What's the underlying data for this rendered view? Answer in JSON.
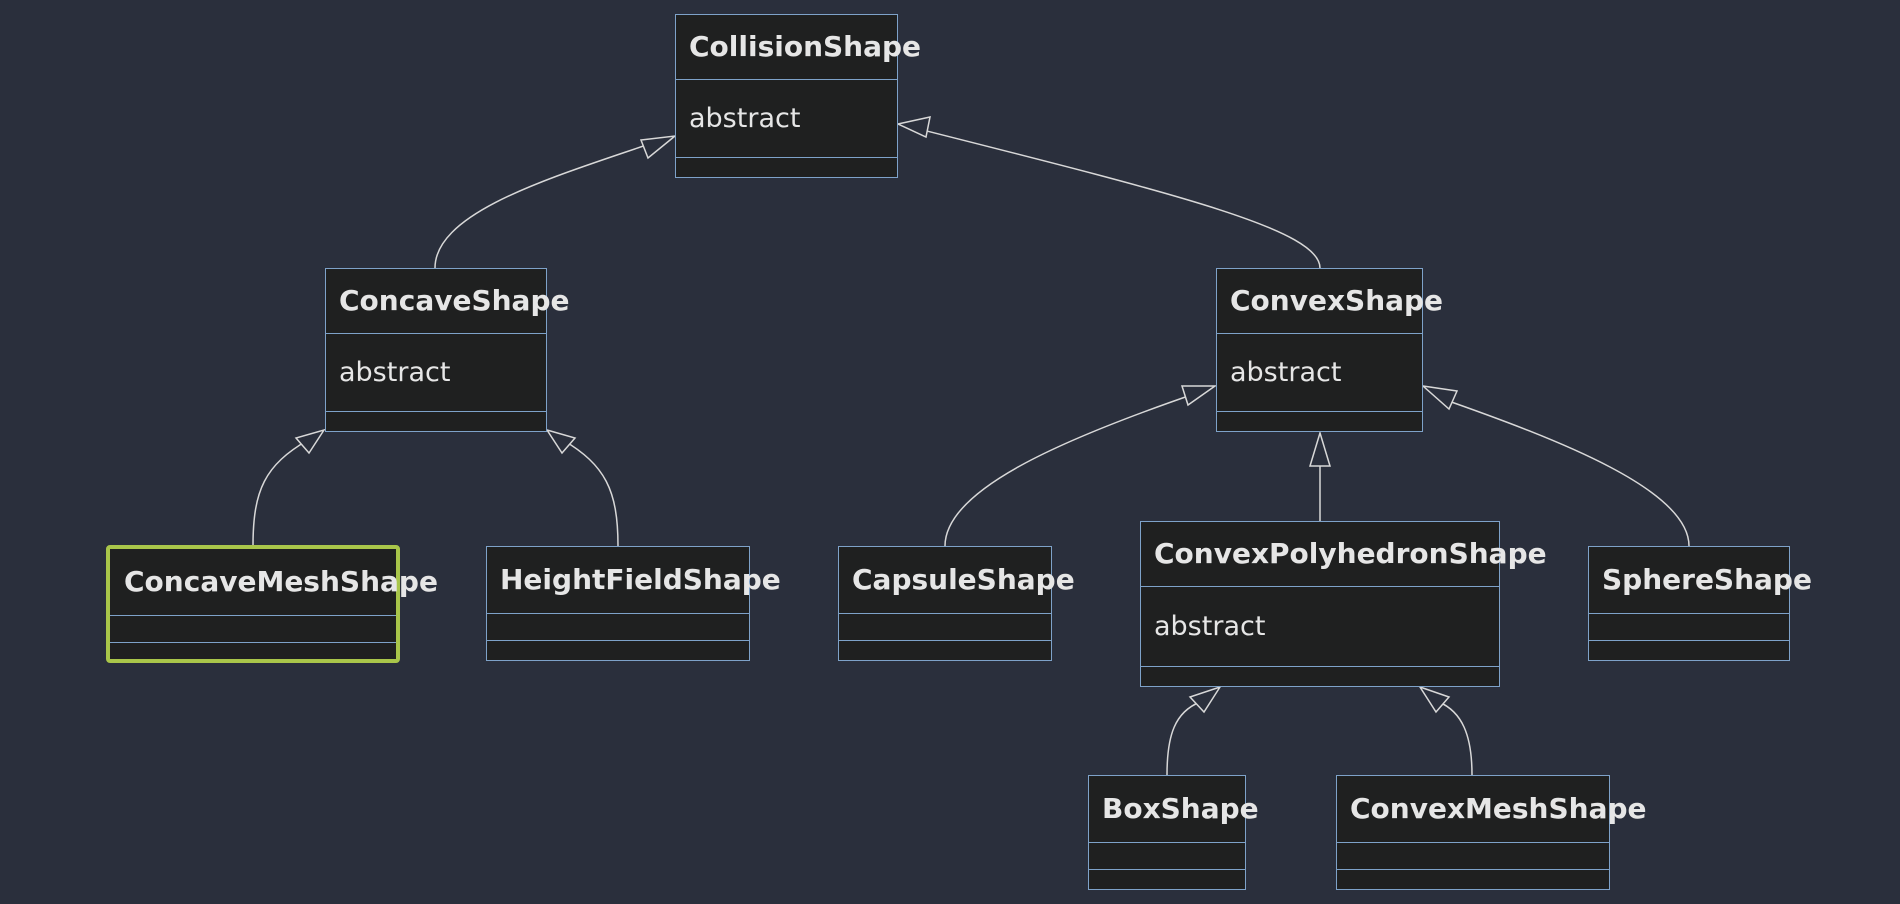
{
  "colors": {
    "background": "#2a2f3c",
    "node_fill": "#1f2020",
    "node_border": "#7ea2c9",
    "highlight_border": "#a9c64a",
    "edge": "#d8d8d8",
    "text": "#e6e6e6"
  },
  "classes": {
    "collision_shape": {
      "name": "CollisionShape",
      "attribute": "abstract"
    },
    "concave_shape": {
      "name": "ConcaveShape",
      "attribute": "abstract"
    },
    "convex_shape": {
      "name": "ConvexShape",
      "attribute": "abstract"
    },
    "concave_mesh_shape": {
      "name": "ConcaveMeshShape"
    },
    "height_field_shape": {
      "name": "HeightFieldShape"
    },
    "capsule_shape": {
      "name": "CapsuleShape"
    },
    "convex_polyhedron_shape": {
      "name": "ConvexPolyhedronShape",
      "attribute": "abstract"
    },
    "sphere_shape": {
      "name": "SphereShape"
    },
    "box_shape": {
      "name": "BoxShape"
    },
    "convex_mesh_shape": {
      "name": "ConvexMeshShape"
    }
  },
  "highlighted_class": "concave_mesh_shape",
  "inheritance": [
    {
      "child": "concave_shape",
      "parent": "collision_shape"
    },
    {
      "child": "convex_shape",
      "parent": "collision_shape"
    },
    {
      "child": "concave_mesh_shape",
      "parent": "concave_shape"
    },
    {
      "child": "height_field_shape",
      "parent": "concave_shape"
    },
    {
      "child": "capsule_shape",
      "parent": "convex_shape"
    },
    {
      "child": "convex_polyhedron_shape",
      "parent": "convex_shape"
    },
    {
      "child": "sphere_shape",
      "parent": "convex_shape"
    },
    {
      "child": "box_shape",
      "parent": "convex_polyhedron_shape"
    },
    {
      "child": "convex_mesh_shape",
      "parent": "convex_polyhedron_shape"
    }
  ]
}
